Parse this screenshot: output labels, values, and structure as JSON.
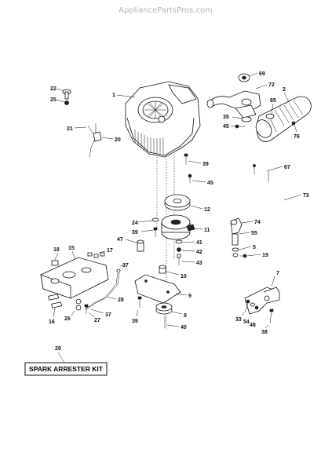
{
  "watermark": "AppliancePartsPros.com",
  "kit_label": "SPARK ARRESTER KIT",
  "kit_callout": "29",
  "callouts": {
    "c1": "1",
    "c2": "2",
    "c5": "5",
    "c7": "7",
    "c8": "8",
    "c9": "9",
    "c10": "10",
    "c11": "11",
    "c12": "12",
    "c15": "15",
    "c16": "16",
    "c17": "17",
    "c18": "18",
    "c19": "19",
    "c20": "20",
    "c21": "21",
    "c22": "22",
    "c24": "24",
    "c25": "25",
    "c26": "26",
    "c27": "27",
    "c28": "28",
    "c33": "33",
    "c35": "35",
    "c37a": "37",
    "c37b": "37",
    "c38": "38",
    "c39a": "39",
    "c39b": "39",
    "c39c": "39",
    "c40": "40",
    "c41": "41",
    "c42": "42",
    "c43": "43",
    "c45a": "45",
    "c45b": "45",
    "c47": "47",
    "c48": "48",
    "c54": "54",
    "c55": "55",
    "c65": "65",
    "c67": "67",
    "c69": "69",
    "c72": "72",
    "c73": "73",
    "c74": "74",
    "c76": "76"
  }
}
